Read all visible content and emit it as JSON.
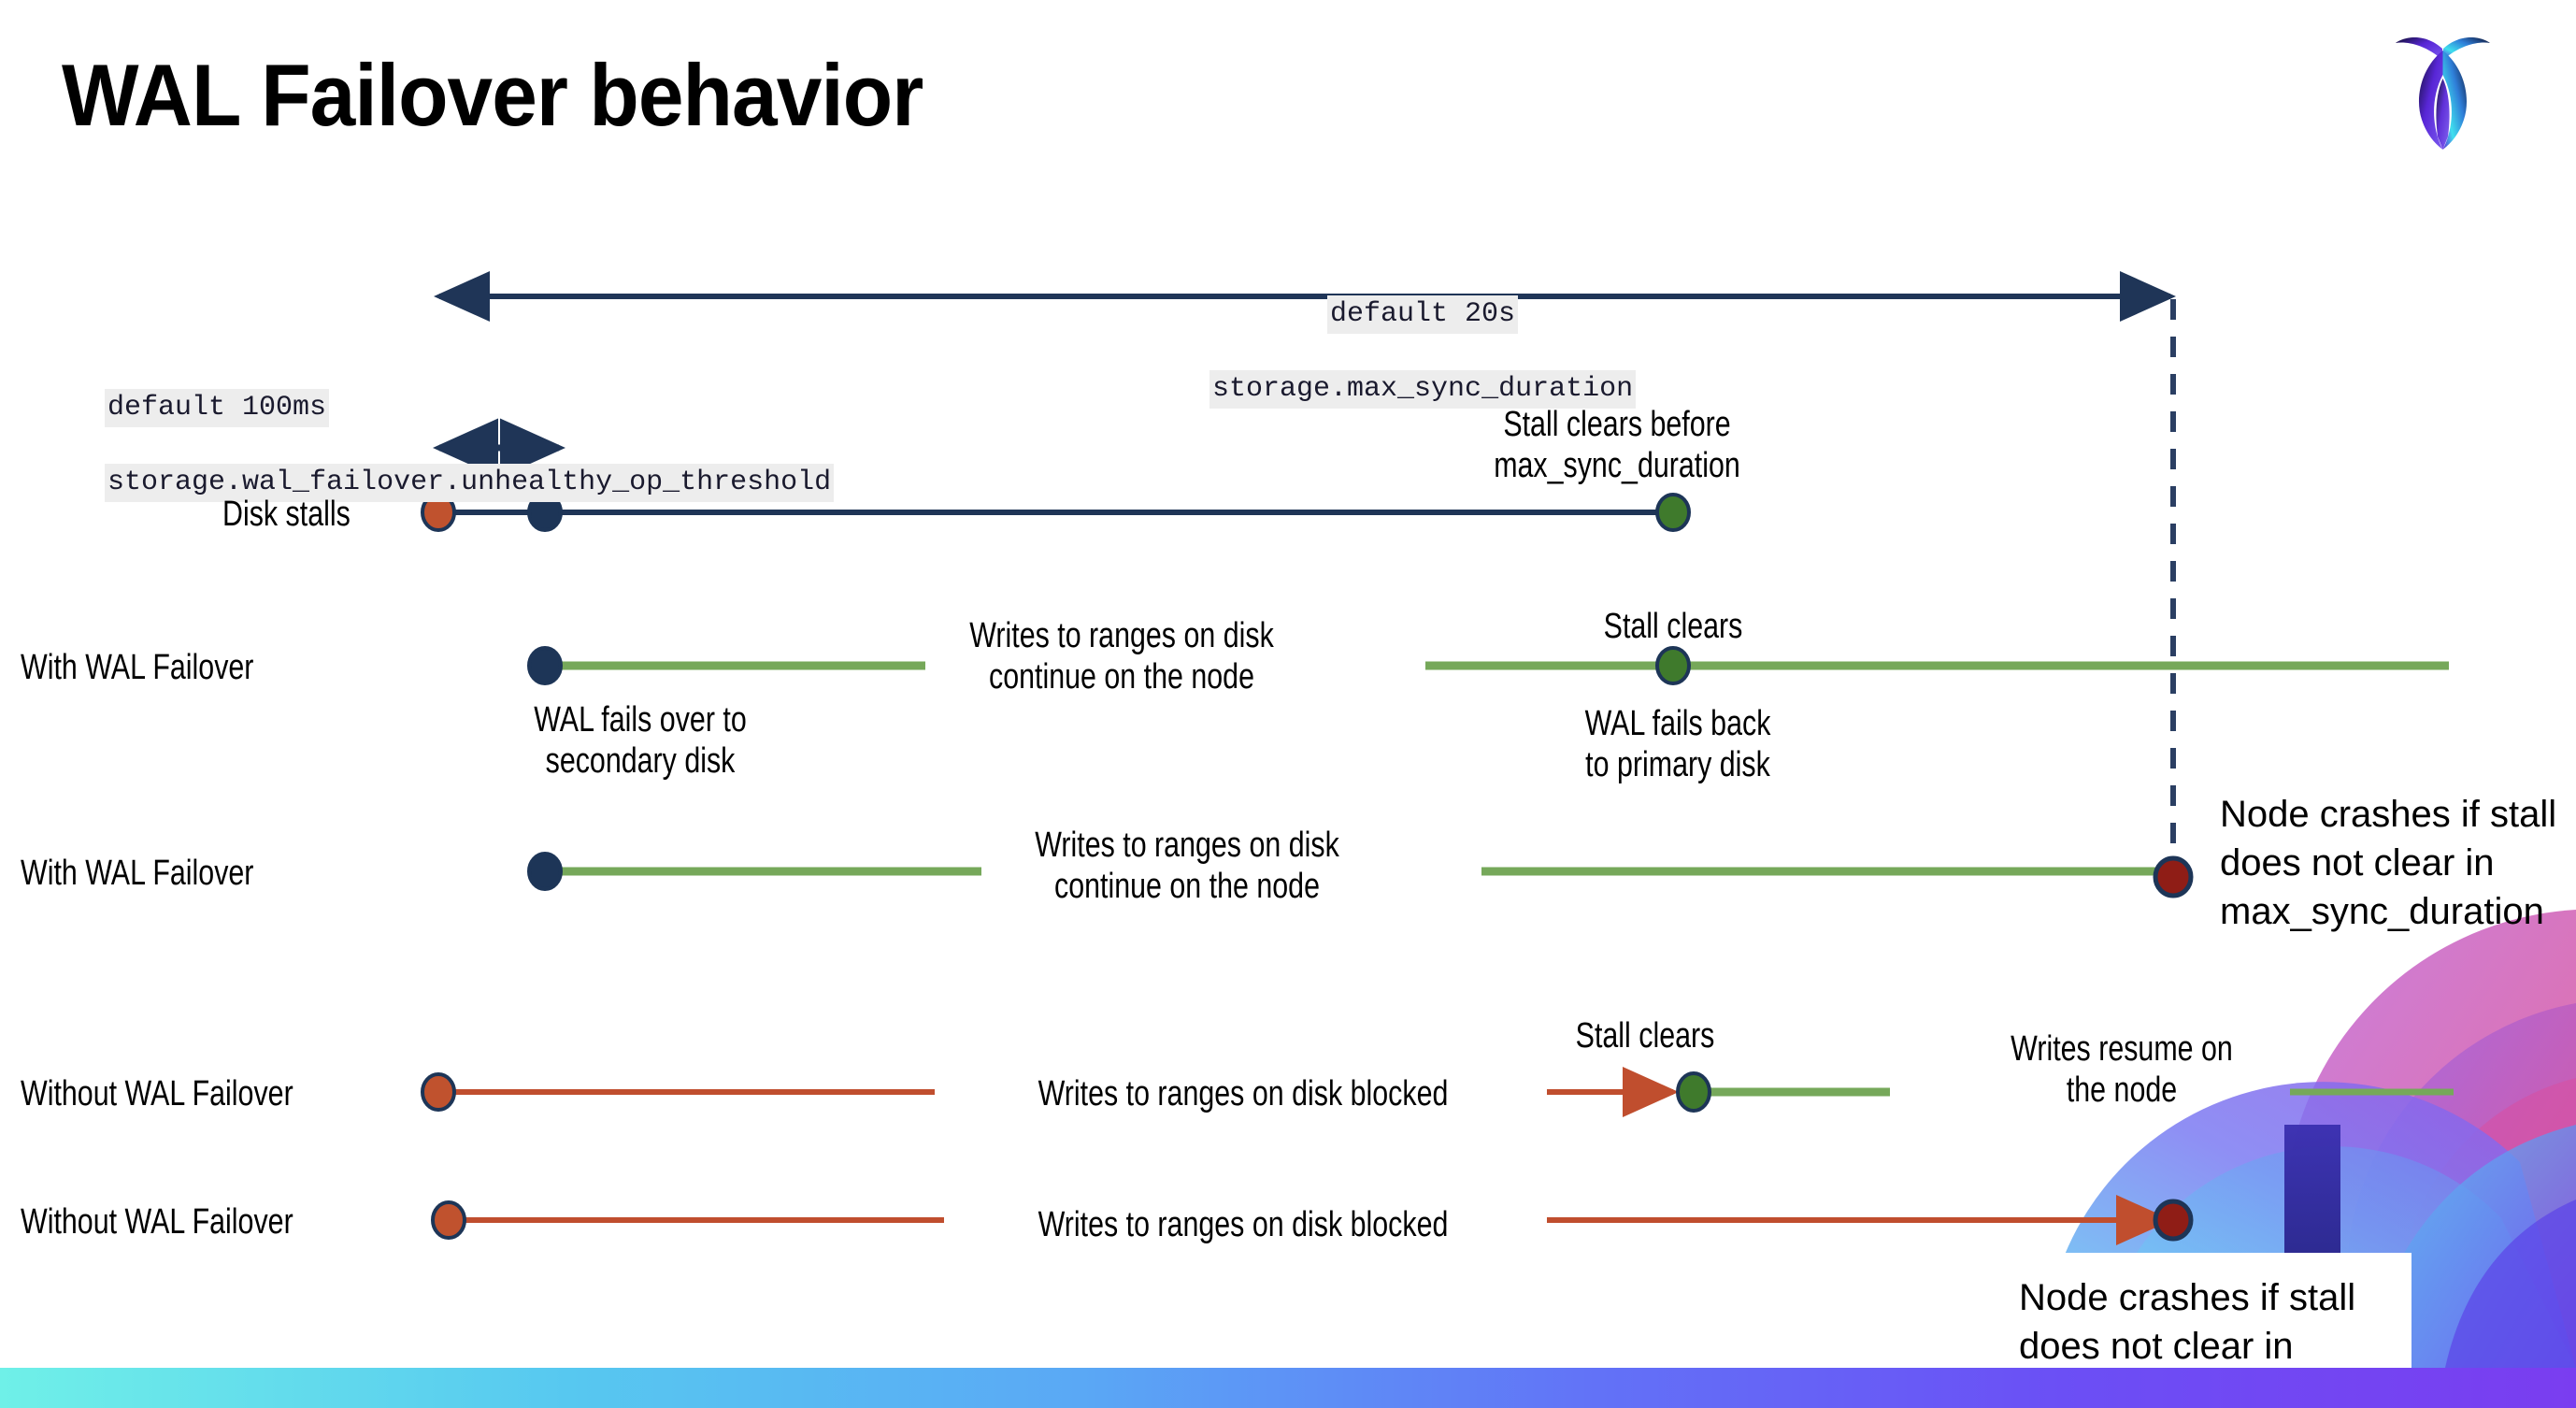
{
  "slide": {
    "title": "WAL Failover behavior",
    "logo_name": "cockroachdb-logo"
  },
  "colors": {
    "navy": "#1f3557",
    "green_line": "#76a85a",
    "orange_line": "#c04e2e",
    "dot_orange": "#c0522e",
    "dot_navy": "#1d3557",
    "dot_green": "#3f7a2c",
    "dot_darkred": "#8f1d16",
    "code_bg": "#ededed",
    "bar_gradient_start": "#6ff0e8",
    "bar_gradient_end": "#7a3df0"
  },
  "annotations": {
    "max_sync": {
      "line1": "default 20s",
      "line2": "storage.max_sync_duration"
    },
    "unhealthy_threshold": {
      "line1": "default 100ms",
      "line2": "storage.wal_failover.unhealthy_op_threshold"
    }
  },
  "rows": [
    {
      "id": "disk-stalls",
      "label": "Disk stalls",
      "notes": [
        "Stall clears before\nmax_sync_duration"
      ]
    },
    {
      "id": "with-wal-failover-1",
      "label": "With WAL Failover",
      "notes": [
        "Writes to ranges on disk\ncontinue on the node",
        "Stall clears",
        "WAL fails over to\nsecondary disk",
        "WAL fails  back\nto primary disk"
      ]
    },
    {
      "id": "with-wal-failover-2",
      "label": "With WAL Failover",
      "notes": [
        "Writes to ranges on disk\ncontinue on the node",
        "Node crashes if stall\ndoes not clear in\nmax_sync_duration"
      ]
    },
    {
      "id": "without-wal-failover-1",
      "label": "Without WAL Failover",
      "notes": [
        "Writes to ranges on disk  blocked",
        "Stall clears",
        "Writes resume on\nthe node"
      ]
    },
    {
      "id": "without-wal-failover-2",
      "label": "Without WAL Failover",
      "notes": [
        "Writes to ranges on disk  blocked",
        "Node crashes if stall\ndoes not clear in\nmax_sync_duration"
      ]
    }
  ],
  "labels": {
    "disk_stalls": "Disk stalls",
    "with_wal_failover_1": "With WAL Failover",
    "with_wal_failover_2": "With WAL Failover",
    "without_wal_failover_1": "Without WAL Failover",
    "without_wal_failover_2": "Without WAL Failover",
    "stall_clears_before": "Stall clears before\nmax_sync_duration",
    "writes_continue_1": "Writes to ranges on disk\ncontinue on the node",
    "stall_clears_1": "Stall clears",
    "wal_fails_over": "WAL fails over to\nsecondary disk",
    "wal_fails_back": "WAL fails  back\nto primary disk",
    "writes_continue_2": "Writes to ranges on disk\ncontinue on the node",
    "node_crashes_right": "Node crashes if stall\ndoes not clear in\nmax_sync_duration",
    "writes_blocked_1": "Writes to ranges on disk  blocked",
    "stall_clears_2": "Stall clears",
    "writes_resume": "Writes resume on\nthe node",
    "writes_blocked_2": "Writes to ranges on disk  blocked",
    "node_crashes_box": "Node crashes if stall\ndoes not clear in\nmax_sync_duration"
  }
}
